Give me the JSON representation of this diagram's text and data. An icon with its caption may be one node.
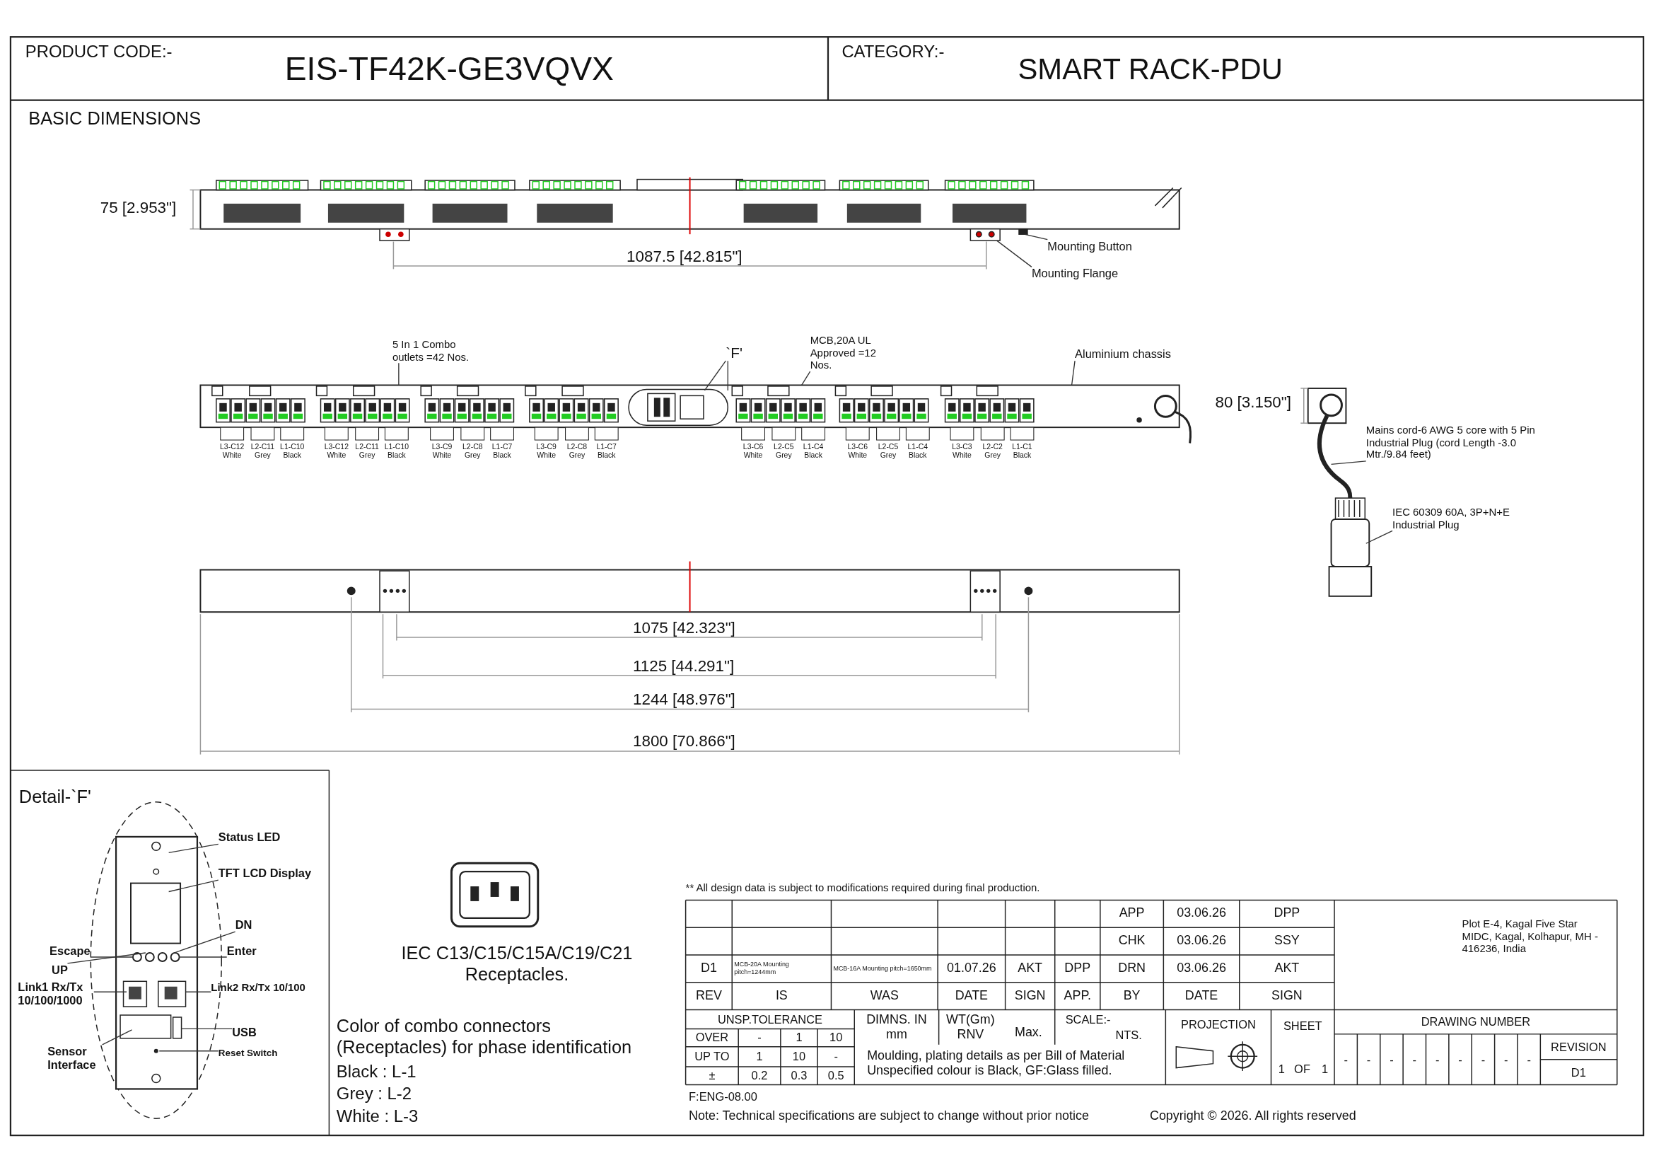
{
  "diagram": {
    "nodes": [
      {
        "text": [
          "Mounting Button"
        ]
      },
      {
        "text": [
          "Mounting Flange"
        ]
      },
      {
        "text": [
          "5 In 1 Combo outlets =42 Nos."
        ]
      },
      {
        "text": [
          "`F'"
        ]
      },
      {
        "text": [
          "MCB,20A UL Approved =12 Nos."
        ]
      },
      {
        "text": [
          "Aluminium chassis"
        ]
      },
      {
        "text": [
          "Mains cord-6 AWG 5 core with 5 Pin Industrial Plug (cord Length -3.0 Mtr./9.84 feet)"
        ]
      },
      {
        "text": [
          "IEC 60309 60A, 3P+N+E Industrial Plug"
        ]
      },
      {
        "text": [
          "Status LED"
        ]
      },
      {
        "text": [
          "TFT LCD Display"
        ]
      },
      {
        "text": [
          "DN"
        ]
      },
      {
        "text": [
          "Enter"
        ]
      },
      {
        "text": [
          "Escape"
        ]
      },
      {
        "text": [
          "UP"
        ]
      },
      {
        "text": [
          "Link1 Rx/Tx 10/100/1000"
        ]
      },
      {
        "text": [
          "Link2 Rx/Tx 10/100"
        ]
      },
      {
        "text": [
          "USB"
        ]
      },
      {
        "text": [
          "Sensor Interface"
        ]
      },
      {
        "text": [
          "Reset Switch"
        ]
      },
      {
        "text": [],
        "shape": "box"
      },
      {
        "text": [],
        "shape": "box"
      },
      {
        "text": [],
        "shape": "picture"
      }
    ],
    "edges": [
      {
        "from": 0,
        "to": 20,
        "arrow": "none"
      },
      {
        "from": 1,
        "to": 19,
        "arrow": "none"
      },
      {
        "from": 2,
        "to": 21,
        "arrow": "none"
      },
      {
        "from": 3,
        "to": 21,
        "arrow": "none"
      },
      {
        "from": 3,
        "to": 21,
        "arrow": "none"
      },
      {
        "from": 4,
        "to": 21,
        "arrow": "none"
      },
      {
        "from": 5,
        "to": 21,
        "arrow": "none"
      },
      {
        "from": 6,
        "to": null,
        "arrow": "none"
      },
      {
        "from": 7,
        "to": null,
        "arrow": "none"
      },
      {
        "from": 8,
        "to": null,
        "arrow": "none"
      },
      {
        "from": 9,
        "to": null,
        "arrow": "none"
      },
      {
        "from": 10,
        "to": null,
        "arrow": "none"
      },
      {
        "from": 11,
        "to": null,
        "arrow": "none"
      },
      {
        "from": 12,
        "to": null,
        "arrow": "none"
      },
      {
        "from": 13,
        "to": null,
        "arrow": "none"
      },
      {
        "from": 14,
        "to": null,
        "arrow": "none"
      },
      {
        "from": 15,
        "to": null,
        "arrow": "none"
      },
      {
        "from": 16,
        "to": null,
        "arrow": "none"
      },
      {
        "from": 17,
        "to": null,
        "arrow": "none"
      },
      {
        "from": 18,
        "to": null,
        "arrow": "none"
      }
    ],
    "labels": [
      "PRODUCT CODE:-",
      "EIS-TF42K-GE3VQVX",
      "CATEGORY:-",
      "SMART RACK-PDU",
      "BASIC DIMENSIONS",
      "75 [2.953\"]",
      "1087.5 [42.815\"]",
      "80 [3.150\"]",
      "L3-C12 White",
      "L2-C11 Grey",
      "L1-C10 Black",
      "L3-C12 White",
      "L2-C11 Grey",
      "L1-C10 Black",
      "L3-C9 White",
      "L2-C8 Grey",
      "L1-C7 Black",
      "L3-C9 White",
      "L2-C8 Grey",
      "L1-C7 Black",
      "L3-C6 White",
      "L2-C5 Grey",
      "L1-C4 Black",
      "L3-C6 White",
      "L2-C5 Grey",
      "L1-C4 Black",
      "L3-C3 White",
      "L2-C2 Grey",
      "L1-C1 Black",
      "1075 [42.323\"]",
      "1125 [44.291\"]",
      "1244 [48.976\"]",
      "1800 [70.866\"]",
      "Detail-`F'",
      "IEC C13/C15/C15A/C19/C21 Receptacles.",
      "Color of combo connectors (Receptacles) for phase identification",
      "Black : L-1",
      "Grey : L-2",
      "White : L-3",
      "** All design data is subject to modifications required during final production.",
      "APP",
      "03.06.26",
      "DPP",
      "CHK",
      "03.06.26",
      "SSY",
      "D1",
      "MCB-20A Mounting pitch=1244mm",
      "MCB-16A Mounting pitch=1650mm",
      "01.07.26",
      "AKT",
      "DPP",
      "DRN",
      "03.06.26",
      "AKT",
      "REV",
      "IS",
      "WAS",
      "DATE",
      "SIGN",
      "APP.",
      "BY",
      "DATE",
      "SIGN",
      "Plot E-4, Kagal Five Star MIDC, Kagal, Kolhapur, MH - 416236, India",
      "UNSP.TOLERANCE",
      "DIMNS. IN mm",
      "WT(Gm) RNV",
      "Max.",
      "SCALE:-",
      "NTS.",
      "PROJECTION",
      "SHEET",
      "DRAWING NUMBER",
      "OVER",
      "-",
      "1",
      "10",
      "UP TO",
      "1",
      "10",
      "-",
      "±",
      "0.2",
      "0.3",
      "0.5",
      "Moulding, plating details as per Bill of Material Unspecified colour is Black, GF:Glass filled.",
      "1",
      "OF",
      "1",
      "-",
      "-",
      "-",
      "-",
      "-",
      "-",
      "-",
      "-",
      "-",
      "REVISION",
      "D1",
      "F:ENG-08.00",
      "Note: Technical specifications are subject to change without prior notice",
      "Copyright © 2026. All rights reserved"
    ]
  }
}
